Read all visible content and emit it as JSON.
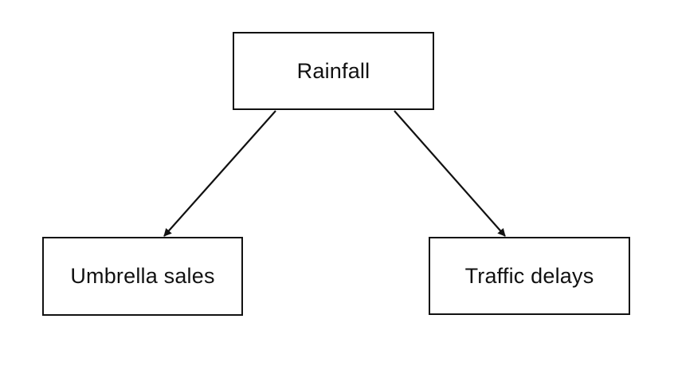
{
  "nodes": {
    "rainfall": {
      "label": "Rainfall"
    },
    "umbrella_sales": {
      "label": "Umbrella sales"
    },
    "traffic_delays": {
      "label": "Traffic delays"
    }
  },
  "edges": [
    {
      "from": "Rainfall",
      "to": "Umbrella sales"
    },
    {
      "from": "Rainfall",
      "to": "Traffic delays"
    }
  ],
  "colors": {
    "stroke": "#111111",
    "background": "#ffffff"
  }
}
